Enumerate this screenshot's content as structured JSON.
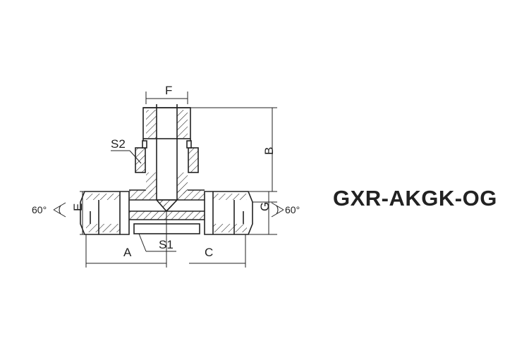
{
  "model": "GXR-AKGK-OG",
  "labels": {
    "A": "A",
    "B": "B",
    "C": "C",
    "E": "E",
    "F": "F",
    "G": "G",
    "S1": "S1",
    "S2": "S2",
    "angle_left": "60°",
    "angle_right": "60°"
  }
}
